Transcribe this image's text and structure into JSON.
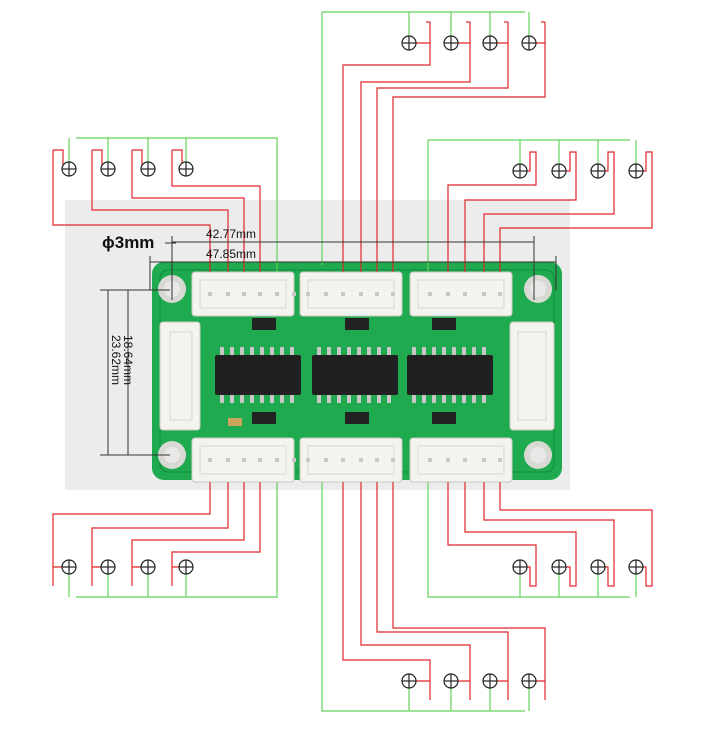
{
  "colors": {
    "wire_red": "#e0262b",
    "wire_green": "#63d35a",
    "pcb_green": "#1faa4f",
    "pcb_dark": "#0f7a35",
    "chip": "#202020",
    "connector": "#f4f4ef",
    "pin": "#c8c8c8",
    "background_panel": "#ececec"
  },
  "icons": {
    "terminal": "plus-in-circle-icon",
    "mount_hole": "mounting-hole-icon"
  },
  "dimensions": {
    "hole_diameter": "ϕ3mm",
    "inner_width": "42.77mm",
    "outer_width": "47.85mm",
    "outer_height": "23.62mm",
    "inner_height": "18.64mm"
  },
  "board": {
    "chip_count": 3,
    "connector_count": 8,
    "terminal_groups": 6,
    "terminals_per_group": 4
  }
}
